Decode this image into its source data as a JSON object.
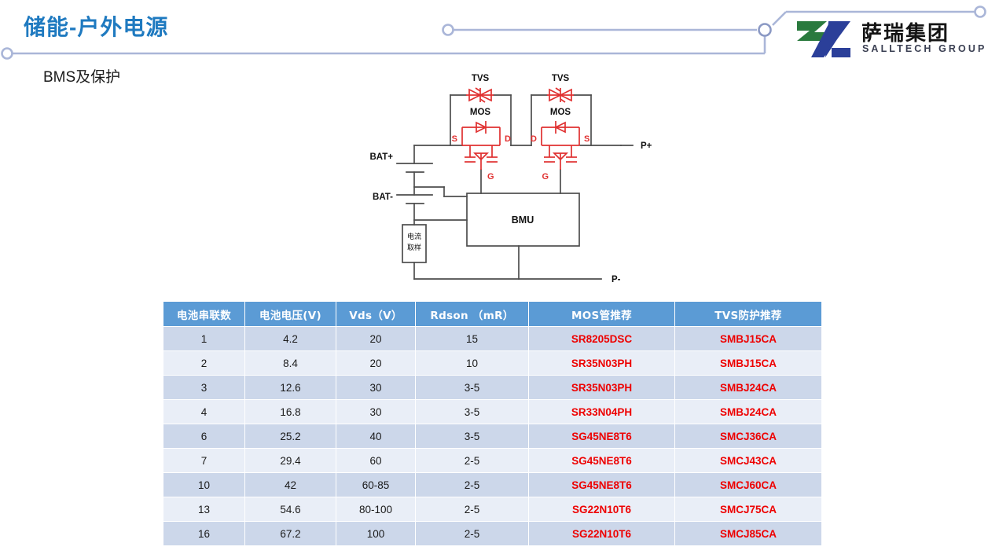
{
  "header": {
    "title": "储能-户外电源",
    "subtitle": "BMS及保护",
    "accent_color": "#1f7ac0",
    "deco_line_color": "#aab6d8"
  },
  "logo": {
    "cn_name": "萨瑞集团",
    "en_name": "SALLTECH GROUP",
    "green": "#2a7a3e",
    "blue": "#2b3f99"
  },
  "circuit": {
    "labels": {
      "tvs_left": "TVS",
      "tvs_right": "TVS",
      "mos_left": "MOS",
      "mos_right": "MOS",
      "s_left": "S",
      "d_left": "D",
      "g_left": "G",
      "d_right": "D",
      "s_right": "S",
      "g_right": "G",
      "bat_plus": "BAT+",
      "bat_minus": "BAT-",
      "p_plus": "P+",
      "p_minus": "P-",
      "bmu": "BMU",
      "shunt_line1": "电流",
      "shunt_line2": "取样"
    },
    "wire_color": "#4d4d4d",
    "device_color": "#e03030"
  },
  "table": {
    "header_color": "#5b9bd5",
    "part_color": "#ee0000",
    "columns": [
      "电池串联数",
      "电池电压(V)",
      "Vds（V）",
      "Rdson （mR）",
      "MOS管推荐",
      "TVS防护推荐"
    ],
    "rows": [
      [
        "1",
        "4.2",
        "20",
        "15",
        "SR8205DSC",
        "SMBJ15CA"
      ],
      [
        "2",
        "8.4",
        "20",
        "10",
        "SR35N03PH",
        "SMBJ15CA"
      ],
      [
        "3",
        "12.6",
        "30",
        "3-5",
        "SR35N03PH",
        "SMBJ24CA"
      ],
      [
        "4",
        "16.8",
        "30",
        "3-5",
        "SR33N04PH",
        "SMBJ24CA"
      ],
      [
        "6",
        "25.2",
        "40",
        "3-5",
        "SG45NE8T6",
        "SMCJ36CA"
      ],
      [
        "7",
        "29.4",
        "60",
        "2-5",
        "SG45NE8T6",
        "SMCJ43CA"
      ],
      [
        "10",
        "42",
        "60-85",
        "2-5",
        "SG45NE8T6",
        "SMCJ60CA"
      ],
      [
        "13",
        "54.6",
        "80-100",
        "2-5",
        "SG22N10T6",
        "SMCJ75CA"
      ],
      [
        "16",
        "67.2",
        "100",
        "2-5",
        "SG22N10T6",
        "SMCJ85CA"
      ]
    ]
  }
}
